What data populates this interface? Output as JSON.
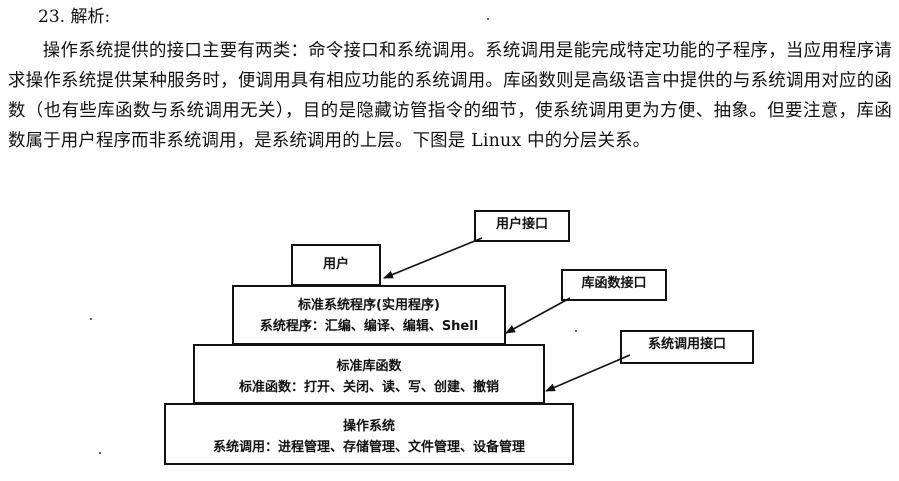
{
  "question": {
    "heading": "23. 解析:",
    "paragraph": "操作系统提供的接口主要有两类：命令接口和系统调用。系统调用是能完成特定功能的子程序，当应用程序请求操作系统提供某种服务时，便调用具有相应功能的系统调用。库函数则是高级语言中提供的与系统调用对应的函数（也有些库函数与系统调用无关），目的是隐藏访管指令的细节，使系统调用更为方便、抽象。但要注意，库函数属于用户程序而非系统调用，是系统调用的上层。下图是 Linux 中的分层关系。"
  },
  "diagram": {
    "user_box": {
      "label": "用户"
    },
    "std_programs_box": {
      "title": "标准系统程序(实用程序)",
      "detail": "系统程序：汇编、编译、编辑、Shell"
    },
    "std_library_box": {
      "title": "标准库函数",
      "detail": "标准函数：打开、关闭、读、写、创建、撤销"
    },
    "os_box": {
      "title": "操作系统",
      "detail": "系统调用：进程管理、存储管理、文件管理、设备管理"
    },
    "callouts": {
      "user_interface": "用户接口",
      "library_interface": "库函数接口",
      "syscall_interface": "系统调用接口"
    }
  }
}
